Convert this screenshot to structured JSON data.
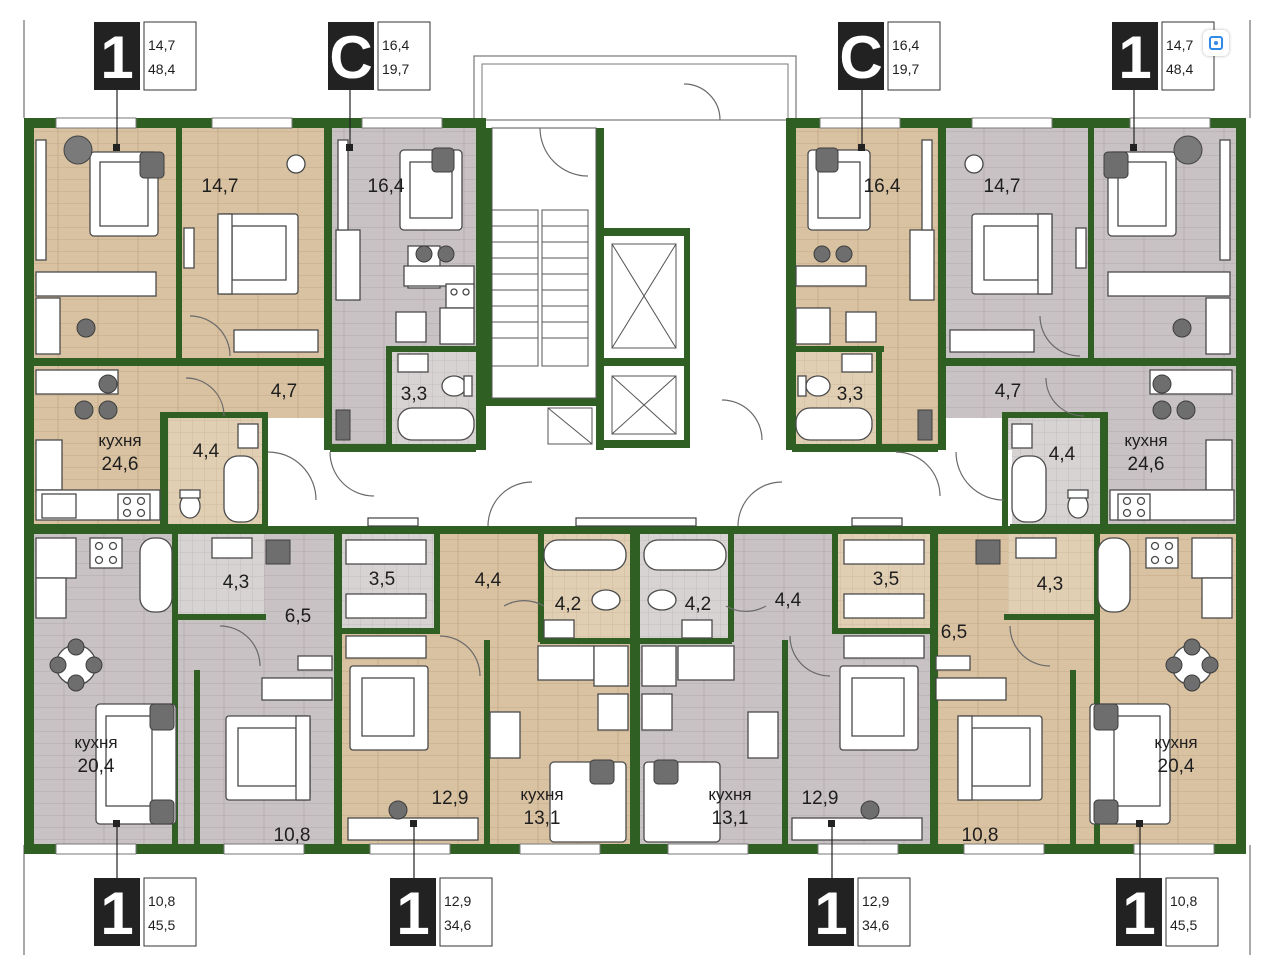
{
  "colors": {
    "wall": "#2f5f23",
    "floor_wood": "#d9c2a2",
    "floor_gray": "#c9c2c4",
    "badge": "#222222",
    "background": "#ffffff"
  },
  "icons": [
    "scan-icon",
    "bed-icon",
    "sofa-icon",
    "armchair-icon",
    "plant-icon",
    "bathtub-icon",
    "toilet-icon",
    "sink-icon",
    "stove-icon",
    "wardrobe-icon",
    "door-swing-icon",
    "elevator-icon",
    "staircase-icon"
  ],
  "badges": [
    {
      "id": "b-top-1",
      "type": "1",
      "a": "14,7",
      "b": "48,4"
    },
    {
      "id": "b-top-2",
      "type": "С",
      "a": "16,4",
      "b": "19,7"
    },
    {
      "id": "b-top-3",
      "type": "С",
      "a": "16,4",
      "b": "19,7"
    },
    {
      "id": "b-top-4",
      "type": "1",
      "a": "14,7",
      "b": "48,4"
    },
    {
      "id": "b-bot-1",
      "type": "1",
      "a": "10,8",
      "b": "45,5"
    },
    {
      "id": "b-bot-2",
      "type": "1",
      "a": "12,9",
      "b": "34,6"
    },
    {
      "id": "b-bot-3",
      "type": "1",
      "a": "12,9",
      "b": "34,6"
    },
    {
      "id": "b-bot-4",
      "type": "1",
      "a": "10,8",
      "b": "45,5"
    }
  ],
  "rooms": [
    {
      "id": "r1",
      "label": "14,7"
    },
    {
      "id": "r2",
      "label": "16,4"
    },
    {
      "id": "r3",
      "label": "3,3"
    },
    {
      "id": "r4",
      "label": "4,7"
    },
    {
      "id": "r5",
      "label": "4,4"
    },
    {
      "id": "r6",
      "sub": "кухня",
      "label": "24,6"
    },
    {
      "id": "r7",
      "label": "16,4"
    },
    {
      "id": "r8",
      "label": "3,3"
    },
    {
      "id": "r9",
      "label": "14,7"
    },
    {
      "id": "r10",
      "label": "4,7"
    },
    {
      "id": "r11",
      "label": "4,4"
    },
    {
      "id": "r12",
      "sub": "кухня",
      "label": "24,6"
    },
    {
      "id": "r13",
      "label": "4,3"
    },
    {
      "id": "r14",
      "label": "6,5"
    },
    {
      "id": "r15",
      "label": "3,5"
    },
    {
      "id": "r16",
      "sub": "кухня",
      "label": "20,4"
    },
    {
      "id": "r17",
      "label": "10,8"
    },
    {
      "id": "r18",
      "label": "12,9"
    },
    {
      "id": "r19",
      "label": "4,4"
    },
    {
      "id": "r20",
      "label": "4,2"
    },
    {
      "id": "r21",
      "sub": "кухня",
      "label": "13,1"
    },
    {
      "id": "r22",
      "label": "4,2"
    },
    {
      "id": "r23",
      "label": "4,4"
    },
    {
      "id": "r24",
      "sub": "кухня",
      "label": "13,1"
    },
    {
      "id": "r25",
      "label": "12,9"
    },
    {
      "id": "r26",
      "label": "3,5"
    },
    {
      "id": "r27",
      "label": "6,5"
    },
    {
      "id": "r28",
      "label": "4,3"
    },
    {
      "id": "r29",
      "sub": "кухня",
      "label": "20,4"
    },
    {
      "id": "r30",
      "label": "10,8"
    }
  ]
}
